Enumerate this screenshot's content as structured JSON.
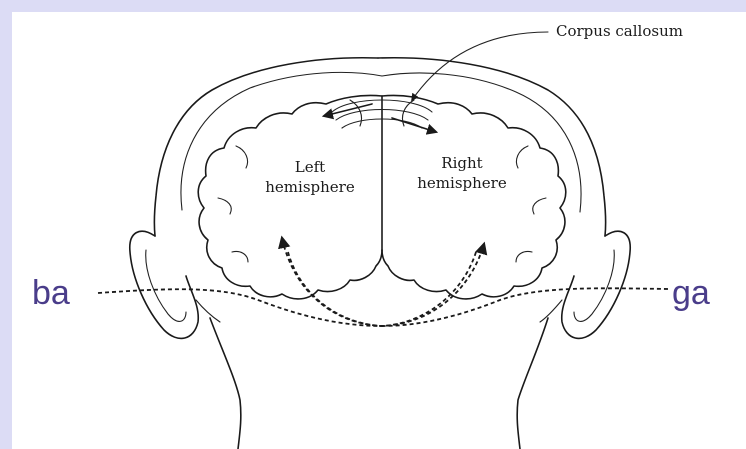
{
  "labels": {
    "corpus_callosum": "Corpus callosum",
    "left_hemisphere_line1": "Left",
    "left_hemisphere_line2": "hemisphere",
    "right_hemisphere_line1": "Right",
    "right_hemisphere_line2": "hemisphere"
  },
  "syllables": {
    "left_ear": "ba",
    "right_ear": "ga"
  },
  "colors": {
    "background": "#dcdcf5",
    "syllable_text": "#4a3d8a",
    "ink": "#1a1a1a"
  }
}
